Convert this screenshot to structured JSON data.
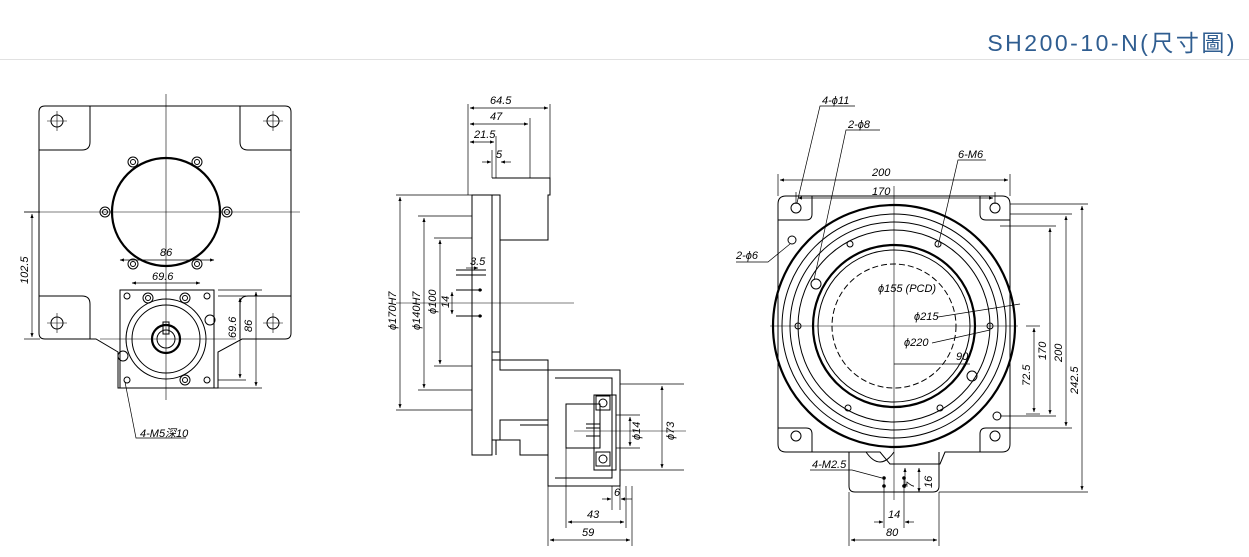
{
  "header": {
    "title": "SH200-10-N(尺寸圖)",
    "title_color": "#2f5d90"
  },
  "front_view": {
    "dims": {
      "d86_top": "86",
      "d69_6_top": "69.6",
      "d102_5": "102.5",
      "d69_6_side": "69.6",
      "d86_side": "86"
    },
    "callout_m5": "4-M5深10"
  },
  "side_view": {
    "dims": {
      "d64_5": "64.5",
      "d47": "47",
      "d21_5": "21.5",
      "d5": "5",
      "d3_5": "3.5",
      "d14": "14",
      "d170h7": "ϕ170H7",
      "d140h7": "ϕ140H7",
      "d100": "ϕ100",
      "dphi14": "ϕ14",
      "dphi73": "ϕ73",
      "d6": "6",
      "d43": "43",
      "d59": "59"
    }
  },
  "top_view": {
    "callouts": {
      "holes_11": "4-ϕ11",
      "holes_8": "2-ϕ8",
      "tap_m6": "6-M6",
      "holes_6": "2-ϕ6",
      "tap_m2_5": "4-M2.5"
    },
    "dims": {
      "d200_top": "200",
      "d170_top": "170",
      "pcd155": "ϕ155 (PCD)",
      "d215": "ϕ215",
      "d220": "ϕ220",
      "a90": "90",
      "d72_5": "72.5",
      "d170_side": "170",
      "d200_side": "200",
      "d242_5": "242.5",
      "d7": "7",
      "d16": "16",
      "d14_bottom": "14",
      "d80": "80"
    }
  }
}
